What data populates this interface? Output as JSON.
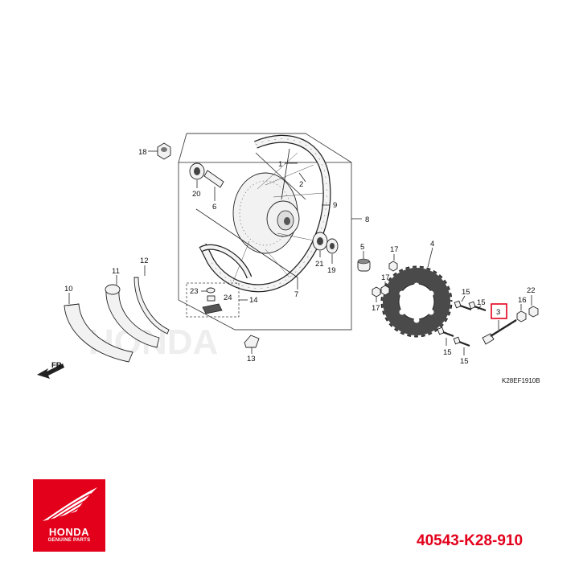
{
  "diagram": {
    "callouts": {
      "c1": "1",
      "c2": "2",
      "c3": "3",
      "c4": "4",
      "c5": "5",
      "c6": "6",
      "c7": "7",
      "c8": "8",
      "c9": "9",
      "c10": "10",
      "c11": "11",
      "c12": "12",
      "c13": "13",
      "c14": "14",
      "c15a": "15",
      "c15b": "15",
      "c15c": "15",
      "c15d": "15",
      "c16": "16",
      "c17a": "17",
      "c17b": "17",
      "c17c": "17",
      "c18": "18",
      "c19": "19",
      "c20": "20",
      "c21": "21",
      "c22": "22",
      "c23": "23",
      "c24": "24"
    },
    "direction_label": "FR.",
    "diagram_code": "K28EF1910B",
    "highlighted_callout": "3",
    "highlight_color": "#e3001b"
  },
  "logo": {
    "brand": "HONDA",
    "subtitle": "GENUINE PARTS",
    "color": "#e3001b"
  },
  "part_number": "40543-K28-910"
}
